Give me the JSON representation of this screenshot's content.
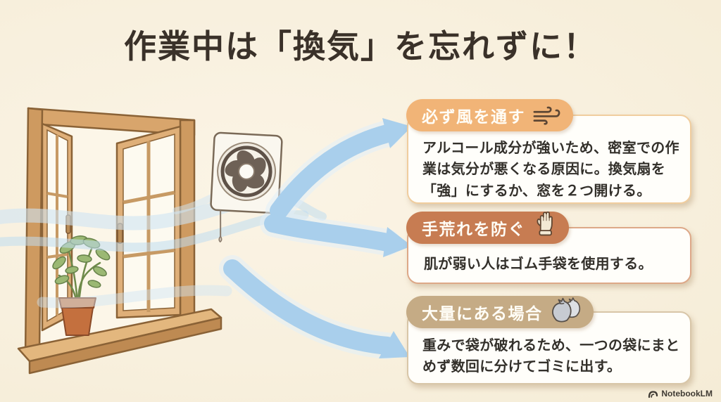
{
  "page": {
    "title": "作業中は「換気」を忘れずに！",
    "background_color": "#F8F0DE",
    "title_color": "#3A3129"
  },
  "cards": [
    {
      "header": "必ず風を通す",
      "icon": "wind-icon",
      "body": "アルコール成分が強いため、密室での作業は気分が悪くなる原因に。換気扇を「強」にするか、窓を２つ開ける。",
      "pill_color": "#F1B477",
      "border_color": "#F0CD9E"
    },
    {
      "header": "手荒れを防ぐ",
      "icon": "glove-icon",
      "body": "肌が弱い人はゴム手袋を使用する。",
      "pill_color": "#C77C52",
      "border_color": "#DDA888"
    },
    {
      "header": "大量にある場合",
      "icon": "trash-bags-icon",
      "body": "重みで袋が破れるため、一つの袋にまとめず数回に分けてゴミに出す。",
      "pill_color": "#C5AB85",
      "border_color": "#D8C6A8"
    }
  ],
  "illustration": {
    "elements": [
      "open-window",
      "potted-plant",
      "exhaust-fan",
      "airflow-arrows"
    ],
    "arrow_color": "#A9CFEC",
    "wind_stream_color": "#C7E0F2",
    "wood_color": "#D8A56C"
  },
  "branding": {
    "label": "NotebookLM"
  }
}
